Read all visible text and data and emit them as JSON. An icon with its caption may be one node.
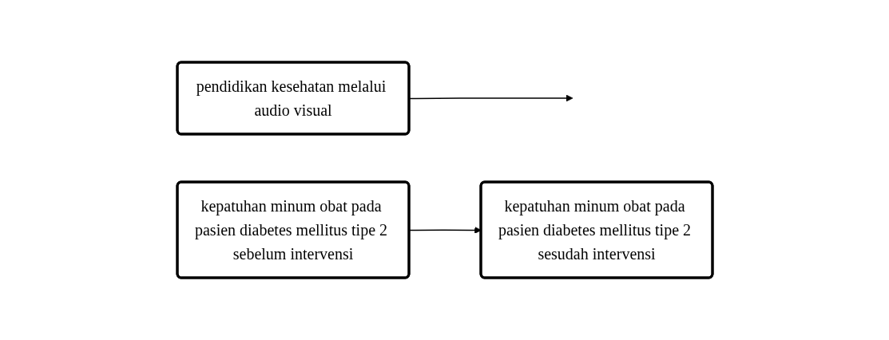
{
  "diagram": {
    "nodes": [
      {
        "text": [
          "pendidikan kesehatan melalui audio visual"
        ]
      },
      {
        "text": [
          "kepatuhan minum obat pada pasien diabetes mellitus tipe 2 sebelum intervensi"
        ]
      },
      {
        "text": [
          "kepatuhan minum obat pada pasien diabetes mellitus tipe 2 sesudah intervensi"
        ]
      }
    ],
    "edges": [
      {
        "from": 0,
        "to": null,
        "arrow": "to"
      },
      {
        "from": 1,
        "to": 2,
        "arrow": "to"
      }
    ]
  }
}
